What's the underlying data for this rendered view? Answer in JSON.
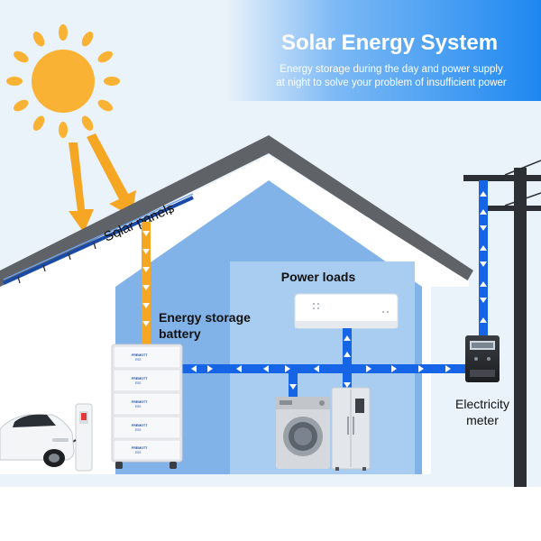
{
  "header": {
    "title": "Solar Energy System",
    "subtitle_line1": "Energy storage during the day and power supply",
    "subtitle_line2": "at night to solve your problem of insufficient power"
  },
  "labels": {
    "solar_panels": "Solar panels",
    "power_loads": "Power loads",
    "energy_storage_line1": "Energy storage",
    "energy_storage_line2": "battery",
    "meter_line1": "Electricity",
    "meter_line2": "meter"
  },
  "battery": {
    "brand_line1": "FREMOTT",
    "brand_line2": "ESS"
  },
  "colors": {
    "sky": "#eaf2fa",
    "header_blue": "#1e90ff",
    "sun": "#f9b233",
    "dc_flow": "#f5a623",
    "ac_flow": "#1565e6",
    "roof": "#5f6368",
    "house_inner": "#7fb0e6",
    "room": "#a9cdf0"
  },
  "icons": [
    "sun-icon",
    "sunbeam-arrow-icon",
    "solar-panel-icon",
    "air-conditioner-icon",
    "washing-machine-icon",
    "refrigerator-icon",
    "battery-stack-icon",
    "ev-charger-icon",
    "electric-car-icon",
    "utility-pole-icon",
    "electricity-meter-icon",
    "flow-arrow-icon"
  ]
}
